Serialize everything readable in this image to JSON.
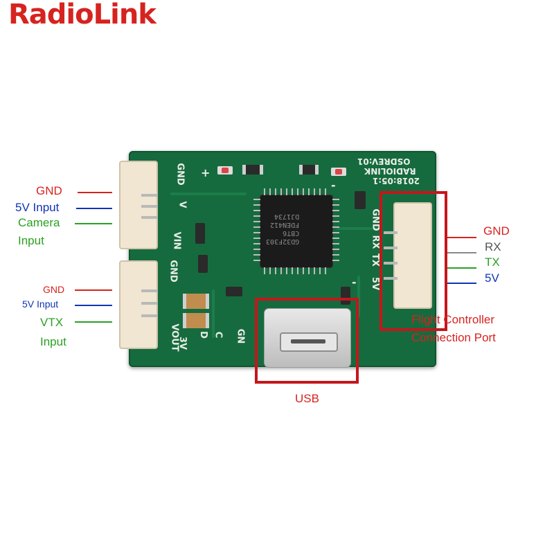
{
  "logo": {
    "text": "RadioLink"
  },
  "pcb": {
    "silk_top_right": "OSDREV:01",
    "silk_brand": "RADIOLINK",
    "silk_date": "2018:05:1",
    "chip_text": "GD32F303\nCBT6\nFDEN412\nDJ1734",
    "silk_gnd_left": "GND",
    "silk_v": "V",
    "silk_vin": "VIN",
    "silk_gnd_mid": "GND",
    "silk_vout": "VOUT",
    "silk_3v": "3V",
    "silk_d": "D",
    "silk_c": "C",
    "silk_gn": "GN",
    "silk_plus": "+",
    "silk_minus": "-",
    "silk_gnd_right": "GND",
    "silk_rx": "RX",
    "silk_tx": "TX",
    "silk_5v": "5V",
    "silk_minus2": "-"
  },
  "camera_labels": {
    "gnd": "GND",
    "v5": "5V Input",
    "camera": "Camera",
    "input": "Input"
  },
  "vtx_labels": {
    "gnd": "GND",
    "v5": "5V Input",
    "vtx": "VTX",
    "input": "Input"
  },
  "fc_labels": {
    "gnd": "GND",
    "rx": "RX",
    "tx": "TX",
    "v5": "5V",
    "port_line1": "Flight Controller",
    "port_line2": "Connection Port"
  },
  "usb_label": "USB",
  "colors": {
    "gnd": "#d6231f",
    "v5": "#1034b4",
    "signal": "#2aa022",
    "rx": "#555555",
    "highlight": "#c4161c"
  }
}
